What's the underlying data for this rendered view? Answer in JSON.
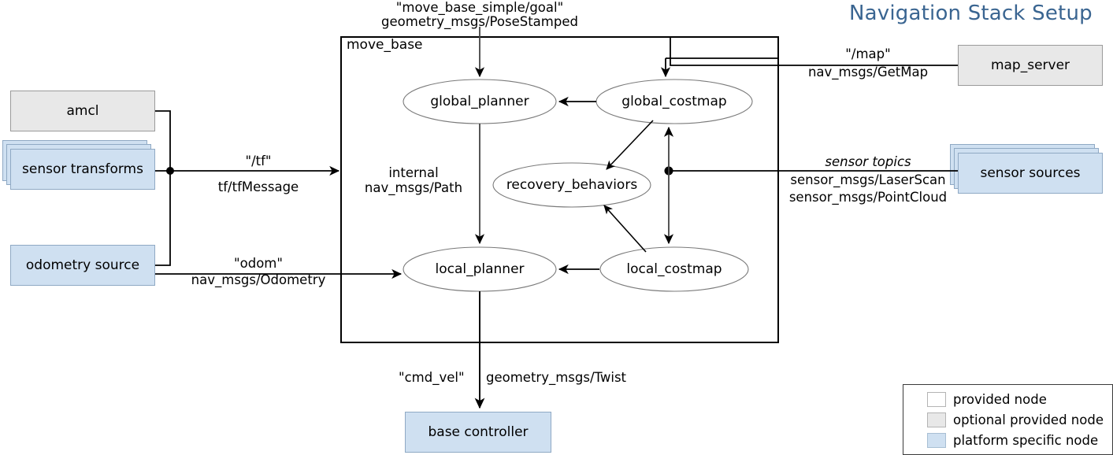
{
  "title": "Navigation Stack Setup",
  "container": {
    "label": "move_base"
  },
  "internal_nodes": [
    {
      "id": "global_planner",
      "label": "global_planner"
    },
    {
      "id": "global_costmap",
      "label": "global_costmap"
    },
    {
      "id": "recovery_behaviors",
      "label": "recovery_behaviors"
    },
    {
      "id": "local_planner",
      "label": "local_planner"
    },
    {
      "id": "local_costmap",
      "label": "local_costmap"
    }
  ],
  "external_nodes": [
    {
      "id": "amcl",
      "label": "amcl",
      "kind": "optional provided node"
    },
    {
      "id": "sensor_transforms",
      "label": "sensor transforms",
      "kind": "platform specific node"
    },
    {
      "id": "odometry_source",
      "label": "odometry source",
      "kind": "platform specific node"
    },
    {
      "id": "map_server",
      "label": "map_server",
      "kind": "optional provided node"
    },
    {
      "id": "sensor_sources",
      "label": "sensor sources",
      "kind": "platform specific node"
    },
    {
      "id": "base_controller",
      "label": "base controller",
      "kind": "platform specific node"
    }
  ],
  "edge_labels": {
    "goal_topic": "\"move_base_simple/goal\"",
    "goal_type": "geometry_msgs/PoseStamped",
    "tf_topic": "\"/tf\"",
    "tf_type": "tf/tfMessage",
    "odom_topic": "\"odom\"",
    "odom_type": "nav_msgs/Odometry",
    "internal_topic": "internal",
    "internal_type": "nav_msgs/Path",
    "map_topic": "\"/map\"",
    "map_type": "nav_msgs/GetMap",
    "sensor_topic": "sensor topics",
    "sensor_type_1": "sensor_msgs/LaserScan",
    "sensor_type_2": "sensor_msgs/PointCloud",
    "cmd_topic": "\"cmd_vel\"",
    "cmd_type": "geometry_msgs/Twist"
  },
  "legend": {
    "items": [
      {
        "swatch": "plain",
        "label": "provided node"
      },
      {
        "swatch": "opt",
        "label": "optional provided node"
      },
      {
        "swatch": "plat",
        "label": "platform specific node"
      }
    ]
  },
  "colors": {
    "title": "#3a6591",
    "optional_node_fill": "#e8e8e8",
    "platform_node_fill": "#cfe0f1",
    "platform_node_border": "#8fa9c4",
    "provided_node_fill": "#ffffff",
    "edge": "#000000",
    "ellipse_stroke": "#7a7a7a"
  }
}
